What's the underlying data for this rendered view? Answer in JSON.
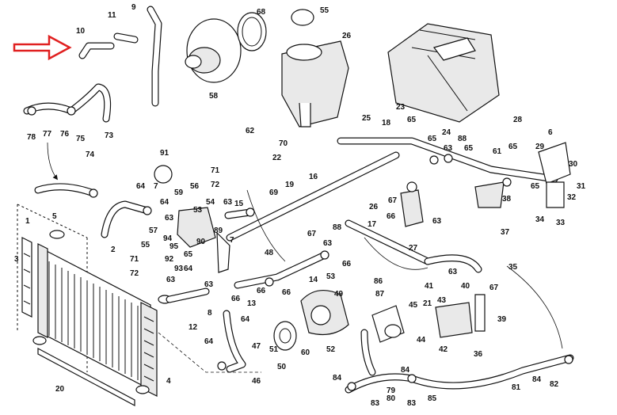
{
  "diagram": {
    "title": "",
    "pointer_arrow": {
      "color": "#e02020",
      "target_callout": "10"
    },
    "callouts": [
      "1",
      "2",
      "3",
      "4",
      "5",
      "6",
      "7",
      "8",
      "9",
      "10",
      "11",
      "12",
      "13",
      "14",
      "15",
      "16",
      "17",
      "18",
      "19",
      "20",
      "21",
      "22",
      "23",
      "24",
      "25",
      "26",
      "27",
      "28",
      "29",
      "30",
      "31",
      "32",
      "33",
      "34",
      "35",
      "36",
      "37",
      "38",
      "39",
      "40",
      "41",
      "42",
      "43",
      "44",
      "45",
      "46",
      "47",
      "48",
      "49",
      "50",
      "51",
      "52",
      "53",
      "54",
      "55",
      "56",
      "57",
      "58",
      "59",
      "60",
      "61",
      "62",
      "63",
      "64",
      "65",
      "66",
      "67",
      "68",
      "69",
      "70",
      "71",
      "72",
      "73",
      "74",
      "75",
      "76",
      "77",
      "78",
      "79",
      "80",
      "81",
      "82",
      "83",
      "84",
      "85",
      "86",
      "87",
      "88",
      "89",
      "90",
      "91",
      "92",
      "93",
      "94",
      "95"
    ]
  }
}
